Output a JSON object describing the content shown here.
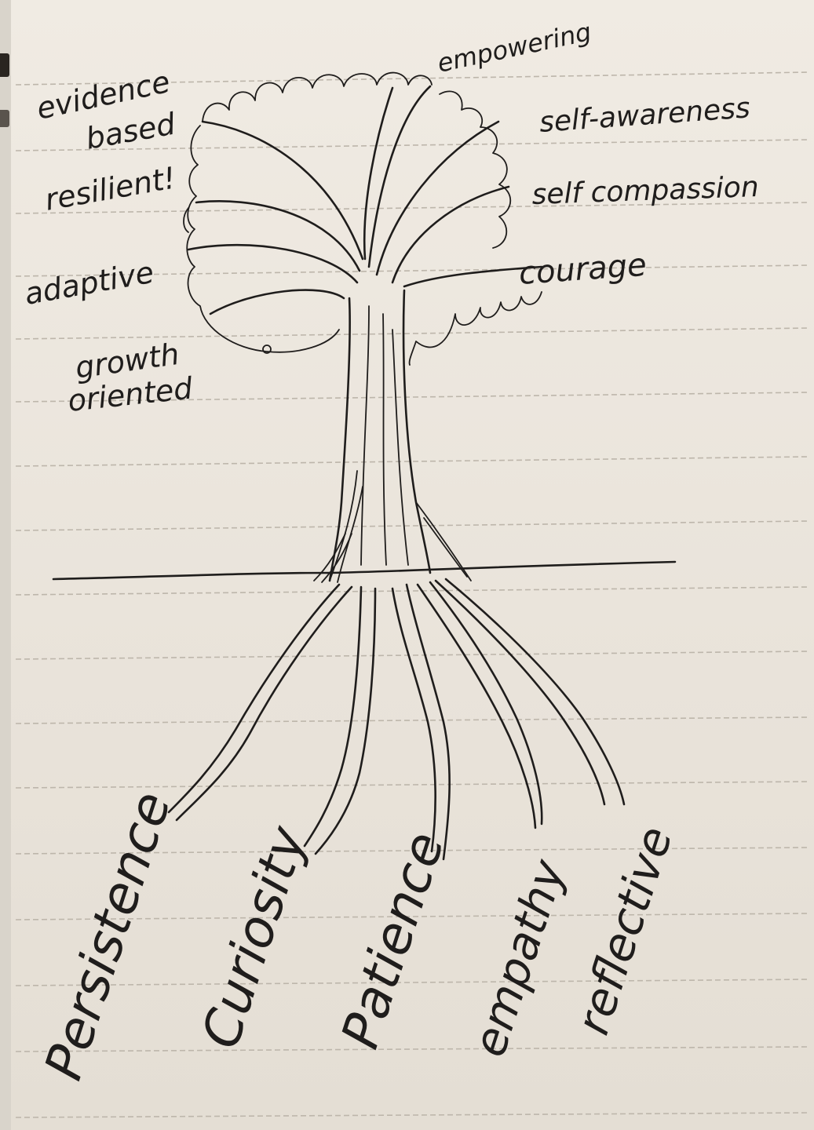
{
  "crown_labels": {
    "evidence_based_1": "evidence",
    "evidence_based_2": "based",
    "resilient": "resilient!",
    "adaptive": "adaptive",
    "growth_oriented_1": "growth",
    "growth_oriented_2": "oriented",
    "empowering": "empowering",
    "self_awareness": "self-awareness",
    "self_compassion": "self compassion",
    "courage": "courage"
  },
  "root_labels": {
    "persistence": "Persistence",
    "curiosity": "Curiosity",
    "patience": "Patience",
    "empathy": "empathy",
    "reflective": "reflective"
  },
  "colors": {
    "paper": "#ebe6dd",
    "ink": "#1f1d1c",
    "ruled_line": "#bdb6ab"
  }
}
